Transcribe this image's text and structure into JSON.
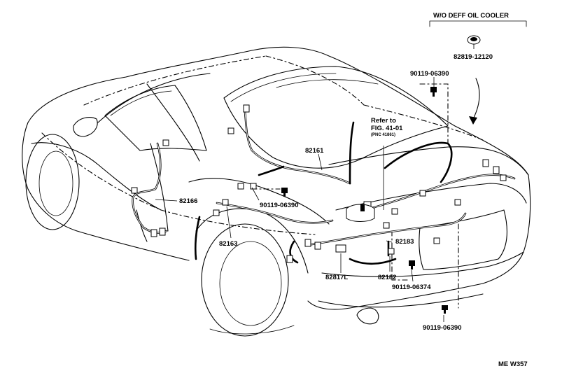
{
  "header": {
    "variant_label": "W/O DEFF OIL COOLER"
  },
  "parts": [
    {
      "id": "p1",
      "number": "82819-12120"
    },
    {
      "id": "p2",
      "number": "90119-06390"
    },
    {
      "id": "p3",
      "number": "82161"
    },
    {
      "id": "p4",
      "number": "82166"
    },
    {
      "id": "p5",
      "number": "90119-06390"
    },
    {
      "id": "p6",
      "number": "82163"
    },
    {
      "id": "p7",
      "number": "82183"
    },
    {
      "id": "p8",
      "number": "82817L"
    },
    {
      "id": "p9",
      "number": "82182"
    },
    {
      "id": "p10",
      "number": "90119-06374"
    },
    {
      "id": "p11",
      "number": "90119-06390"
    }
  ],
  "reference": {
    "line1": "Refer to",
    "line2": "FIG. 41-01",
    "line3": "(PNC 41861)"
  },
  "footer": {
    "drawing_code": "ME W357"
  }
}
